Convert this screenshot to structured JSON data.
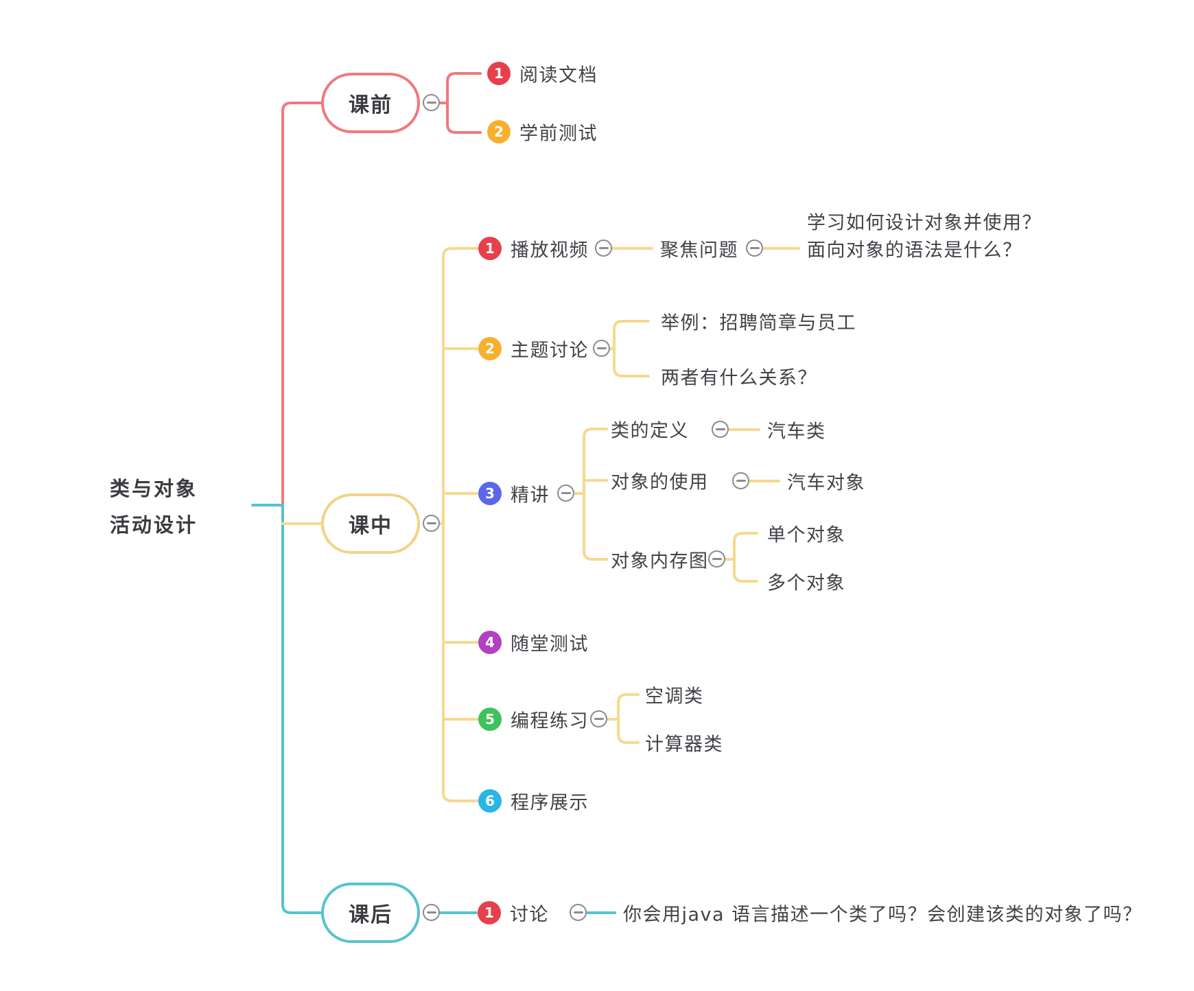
{
  "title": "类与对象活动设计思维导图",
  "colors": {
    "branch_pre": "#f0787f",
    "branch_mid": "#f6d98f",
    "branch_mid_border": "#f3d287",
    "branch_post": "#57c2cf",
    "num_red": "#e6404c",
    "num_yellow": "#f7b02e",
    "num_blue": "#5b67ea",
    "num_purple": "#b33fc2",
    "num_green": "#3ec35a",
    "num_skyblue": "#2ab5e5",
    "collapse_icon": "#8b8b8b",
    "text": "#404247",
    "background": "#ffffff"
  },
  "root": {
    "line1": "类与对象",
    "line2": "活动设计"
  },
  "branches": {
    "pre": {
      "label": "课前",
      "children": [
        {
          "num": "1",
          "label": "阅读文档"
        },
        {
          "num": "2",
          "label": "学前测试"
        }
      ]
    },
    "mid": {
      "label": "课中",
      "children": [
        {
          "num": "1",
          "label": "播放视频",
          "sub": {
            "label": "聚焦问题",
            "detail1": "学习如何设计对象并使用？",
            "detail2": "面向对象的语法是什么？"
          }
        },
        {
          "num": "2",
          "label": "主题讨论",
          "subs": [
            "举例：招聘简章与员工",
            "两者有什么关系？"
          ]
        },
        {
          "num": "3",
          "label": "精讲",
          "topics": [
            {
              "label": "类的定义",
              "sub": "汽车类"
            },
            {
              "label": "对象的使用",
              "sub": "汽车对象"
            },
            {
              "label": "对象内存图",
              "subs": [
                "单个对象",
                "多个对象"
              ]
            }
          ]
        },
        {
          "num": "4",
          "label": "随堂测试"
        },
        {
          "num": "5",
          "label": "编程练习",
          "subs": [
            "空调类",
            "计算器类"
          ]
        },
        {
          "num": "6",
          "label": "程序展示"
        }
      ]
    },
    "post": {
      "label": "课后",
      "children": [
        {
          "num": "1",
          "label": "讨论",
          "detail": "你会用java 语言描述一个类了吗？会创建该类的对象了吗？"
        }
      ]
    }
  }
}
